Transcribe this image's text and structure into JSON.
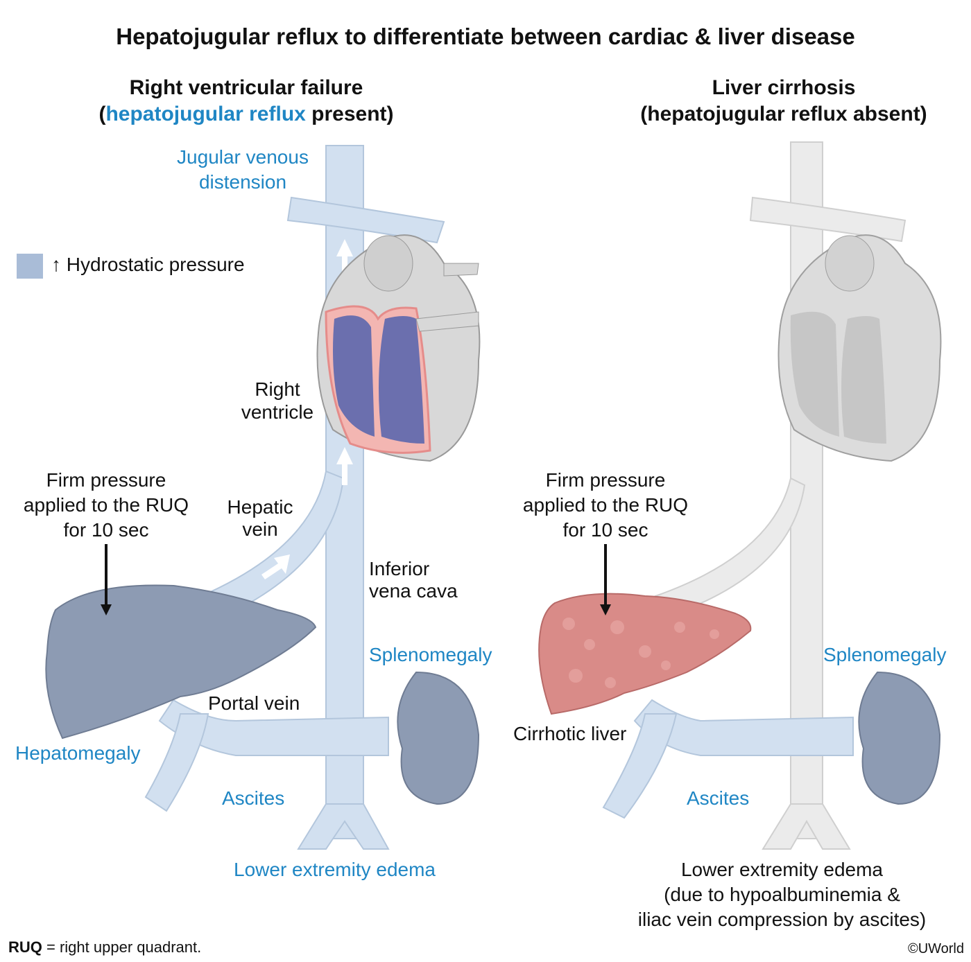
{
  "title": "Hepatojugular reflux to differentiate between cardiac & liver disease",
  "left_panel": {
    "heading_line1": "Right ventricular failure",
    "heading_open": "(",
    "heading_highlight": "hepatojugular reflux",
    "heading_rest": " present)",
    "labels": {
      "jvd_line1": "Jugular venous",
      "jvd_line2": "distension",
      "right_ventricle_line1": "Right",
      "right_ventricle_line2": "ventricle",
      "pressure_line1": "Firm pressure",
      "pressure_line2": "applied to the RUQ",
      "pressure_line3": "for 10 sec",
      "hepatic_vein_line1": "Hepatic",
      "hepatic_vein_line2": "vein",
      "ivc_line1": "Inferior",
      "ivc_line2": "vena cava",
      "splenomegaly": "Splenomegaly",
      "portal_vein": "Portal vein",
      "hepatomegaly": "Hepatomegaly",
      "ascites": "Ascites",
      "edema": "Lower extremity edema"
    }
  },
  "right_panel": {
    "heading_line1": "Liver cirrhosis",
    "heading_line2": "(hepatojugular reflux absent)",
    "labels": {
      "pressure_line1": "Firm pressure",
      "pressure_line2": "applied to the RUQ",
      "pressure_line3": "for 10 sec",
      "splenomegaly": "Splenomegaly",
      "cirrhotic_liver": "Cirrhotic liver",
      "ascites": "Ascites",
      "edema_line1": "Lower extremity edema",
      "edema_line2": "(due to hypoalbuminemia &",
      "edema_line3": "iliac vein compression by ascites)"
    }
  },
  "legend": {
    "arrow": "↑",
    "text": " Hydrostatic pressure"
  },
  "footnote": {
    "abbr": "RUQ",
    "text": " = right upper quadrant."
  },
  "copyright": "©UWorld",
  "colors": {
    "label_blue": "#1f86c4",
    "vein_pressure": "#d2e0f0",
    "vein_normal": "#ebebeb",
    "organ_pressure": "#8d9bb3",
    "heart_chamber": "#6b6fae",
    "cirrhotic_liver": "#d98b88"
  }
}
